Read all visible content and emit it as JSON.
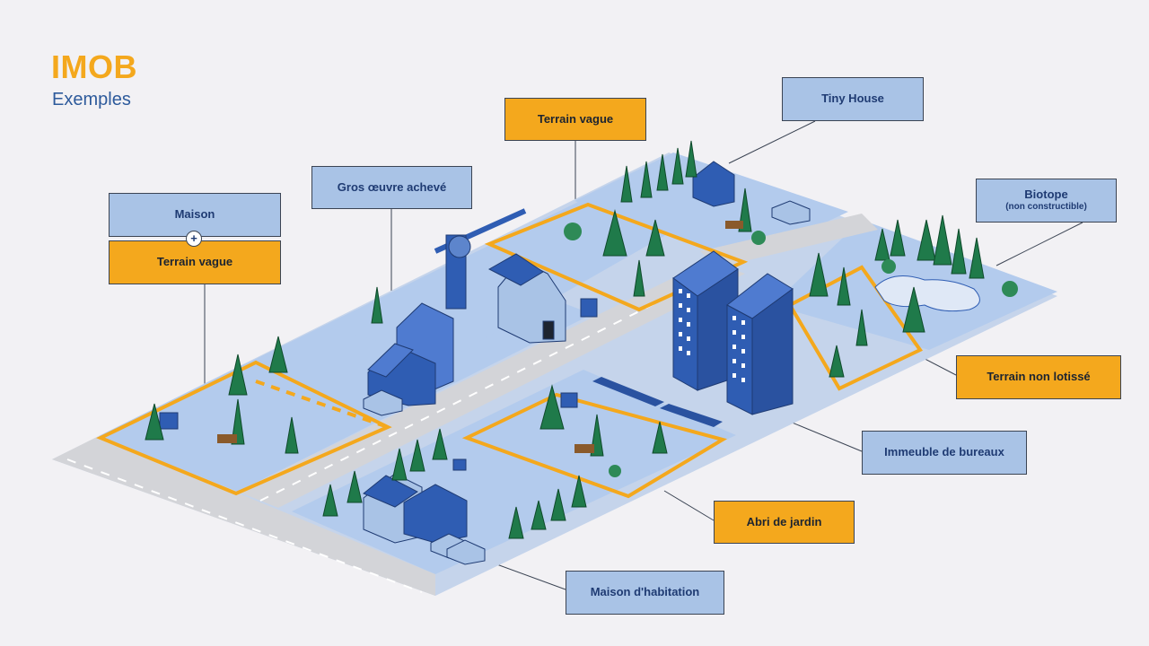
{
  "header": {
    "title": "IMOB",
    "subtitle": "Exemples"
  },
  "labels": {
    "maison": "Maison",
    "terrain_vague_1": "Terrain vague",
    "gros_oeuvre": "Gros œuvre achevé",
    "terrain_vague_2": "Terrain vague",
    "tiny_house": "Tiny House",
    "biotope": "Biotope",
    "biotope_sub": "(non constructible)",
    "terrain_non_lotisse": "Terrain non lotissé",
    "immeuble_bureaux": "Immeuble de bureaux",
    "abri_jardin": "Abri de jardin",
    "maison_habitation": "Maison d'habitation"
  },
  "plus_symbol": "+",
  "colors": {
    "title": "#f4a81d",
    "subtitle": "#2d5a9b",
    "label_blue": "#a9c3e6",
    "label_orange": "#f4a81d",
    "ground": "#b7cdec",
    "road": "#cfd0d4",
    "building": "#2f5db3",
    "tree": "#1f7a4a"
  }
}
